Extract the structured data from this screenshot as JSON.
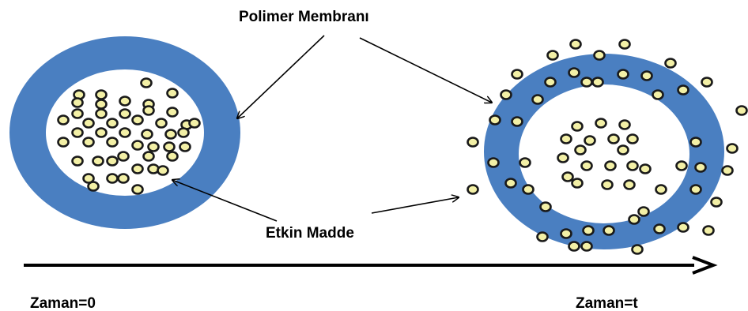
{
  "labels": {
    "membrane": "Polimer Membranı",
    "substance": "Etkin Madde",
    "time_start": "Zaman=0",
    "time_end": "Zaman=t"
  },
  "colors": {
    "membrane": "#4a7fc1",
    "core": "#ffffff",
    "particle_fill": "#f3f0a6",
    "particle_stroke": "#1a1a1a",
    "line": "#000000"
  }
}
